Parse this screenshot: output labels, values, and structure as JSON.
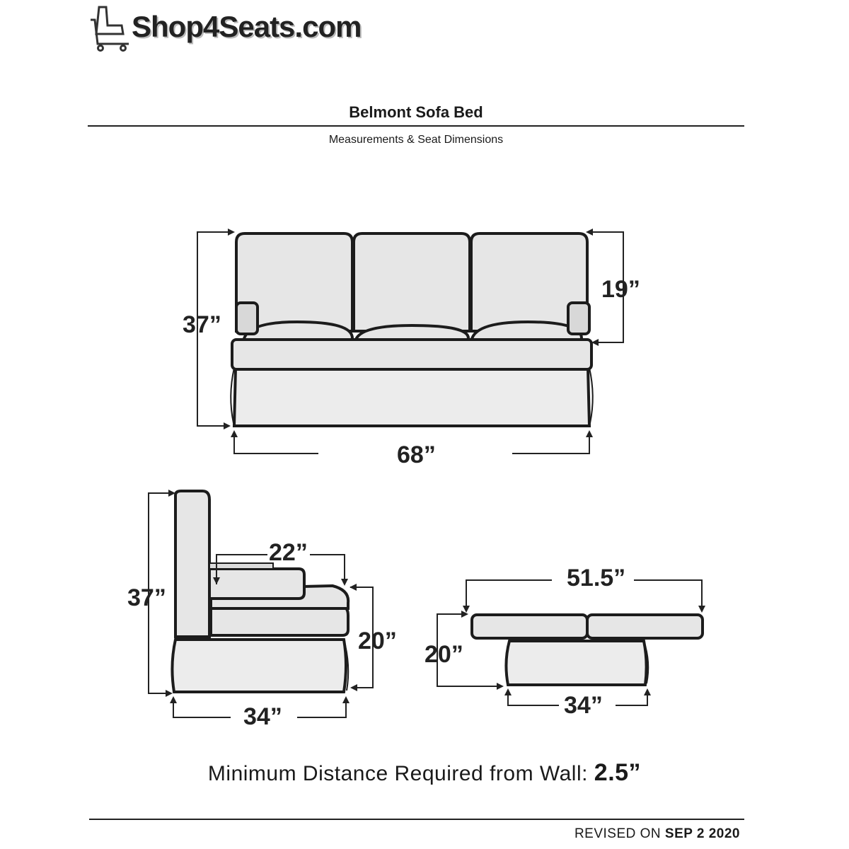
{
  "header": {
    "logo_text": "Shop4Seats.com",
    "logo_icon": "recliner-cart-icon"
  },
  "title": "Belmont Sofa Bed",
  "subtitle": "Measurements & Seat Dimensions",
  "front_view": {
    "height": "37”",
    "back_height": "19”",
    "width": "68”"
  },
  "side_view": {
    "height": "37”",
    "seat_depth": "22”",
    "seat_height": "20”",
    "depth": "34”"
  },
  "bed_view": {
    "length": "51.5”",
    "height": "20”",
    "base_depth": "34”"
  },
  "footer": {
    "min_distance_label": "Minimum Distance Required from Wall:",
    "min_distance_value": "2.5”",
    "revised_label": "REVISED ON",
    "revised_date": "SEP 2 2020"
  }
}
